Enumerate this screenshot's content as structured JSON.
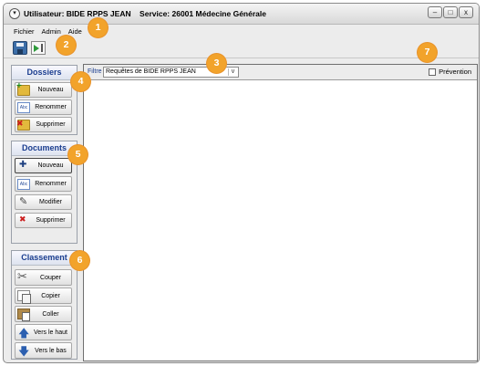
{
  "window": {
    "title": "Utilisateur: BIDE RPPS JEAN    Service: 26001 Médecine Générale",
    "minimize_glyph": "–",
    "maximize_glyph": "□",
    "close_glyph": "x",
    "system_menu_glyph": "▾"
  },
  "menubar": {
    "items": [
      "Fichier",
      "Admin",
      "Aide"
    ]
  },
  "toolbar": {
    "icons": [
      "save-icon",
      "export-icon"
    ]
  },
  "sidebar": {
    "dossiers": {
      "title": "Dossiers",
      "buttons": [
        "Nouveau",
        "Renommer",
        "Supprimer"
      ]
    },
    "documents": {
      "title": "Documents",
      "buttons": [
        "Nouveau",
        "Renommer",
        "Modifier",
        "Supprimer"
      ]
    },
    "classement": {
      "title": "Classement",
      "buttons": [
        "Couper",
        "Copier",
        "Coller",
        "Vers le haut",
        "Vers le bas"
      ]
    }
  },
  "filter": {
    "label": "Filtre",
    "selected": "Requêtes de BIDE RPPS JEAN",
    "arrow": "v"
  },
  "prevention": {
    "label": "Prévention",
    "checked": false
  },
  "badges": [
    "1",
    "2",
    "3",
    "4",
    "5",
    "6",
    "7"
  ],
  "colors": {
    "badge": "#f2a32b",
    "group_title": "#1a3d8f"
  }
}
